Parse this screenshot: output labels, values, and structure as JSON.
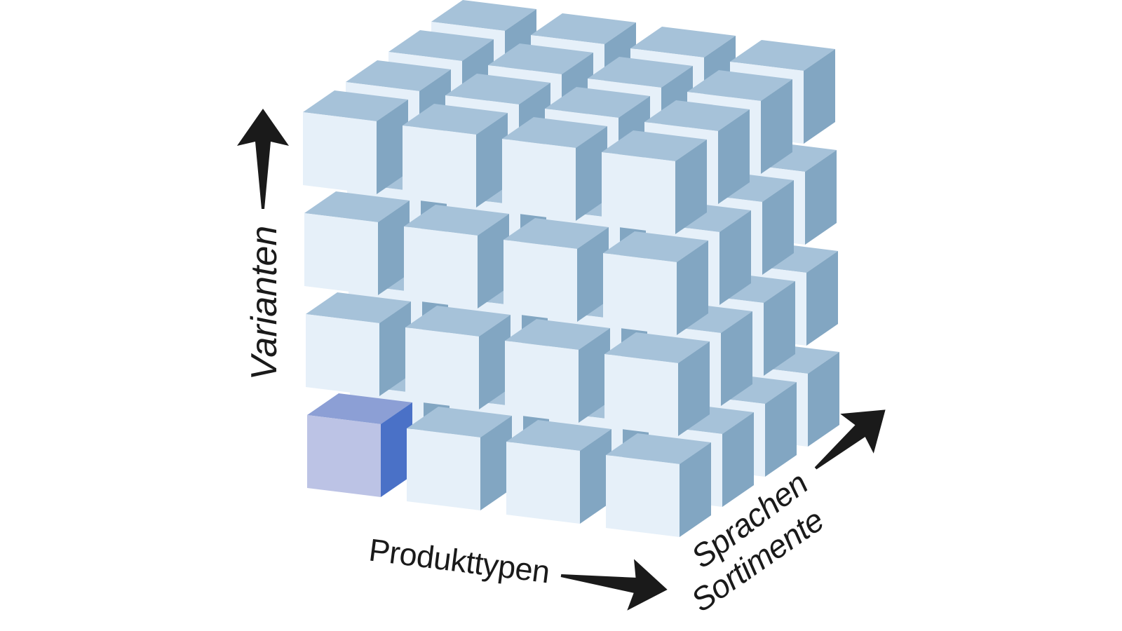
{
  "background": "#ffffff",
  "diagram": {
    "type": "3d-cube-matrix",
    "description": "4x4x4 matrix of cubes with one highlighted cell",
    "axes": [
      {
        "id": "varianten",
        "label": "Varianten",
        "direction": "up"
      },
      {
        "id": "produkttypen",
        "label": "Produkttypen",
        "direction": "right"
      },
      {
        "id": "sprachen-sortimente",
        "lines": [
          "Sprachen",
          "Sortimente"
        ],
        "direction": "up-right"
      }
    ],
    "grid": {
      "cols": 4,
      "rows": 4,
      "layers": 4,
      "highlighted_cell": {
        "col": 0,
        "row": 0,
        "layer": 0
      }
    },
    "colors": {
      "cube_front": "#e6f0f9",
      "cube_top": "#a6c2d9",
      "cube_side": "#82a6c2",
      "highlight_front": "#bcc3e5",
      "highlight_top": "#8c9fd5",
      "highlight_side": "#4a71c7",
      "arrow": "#1a1a1a",
      "text": "#1a1a1a"
    }
  }
}
